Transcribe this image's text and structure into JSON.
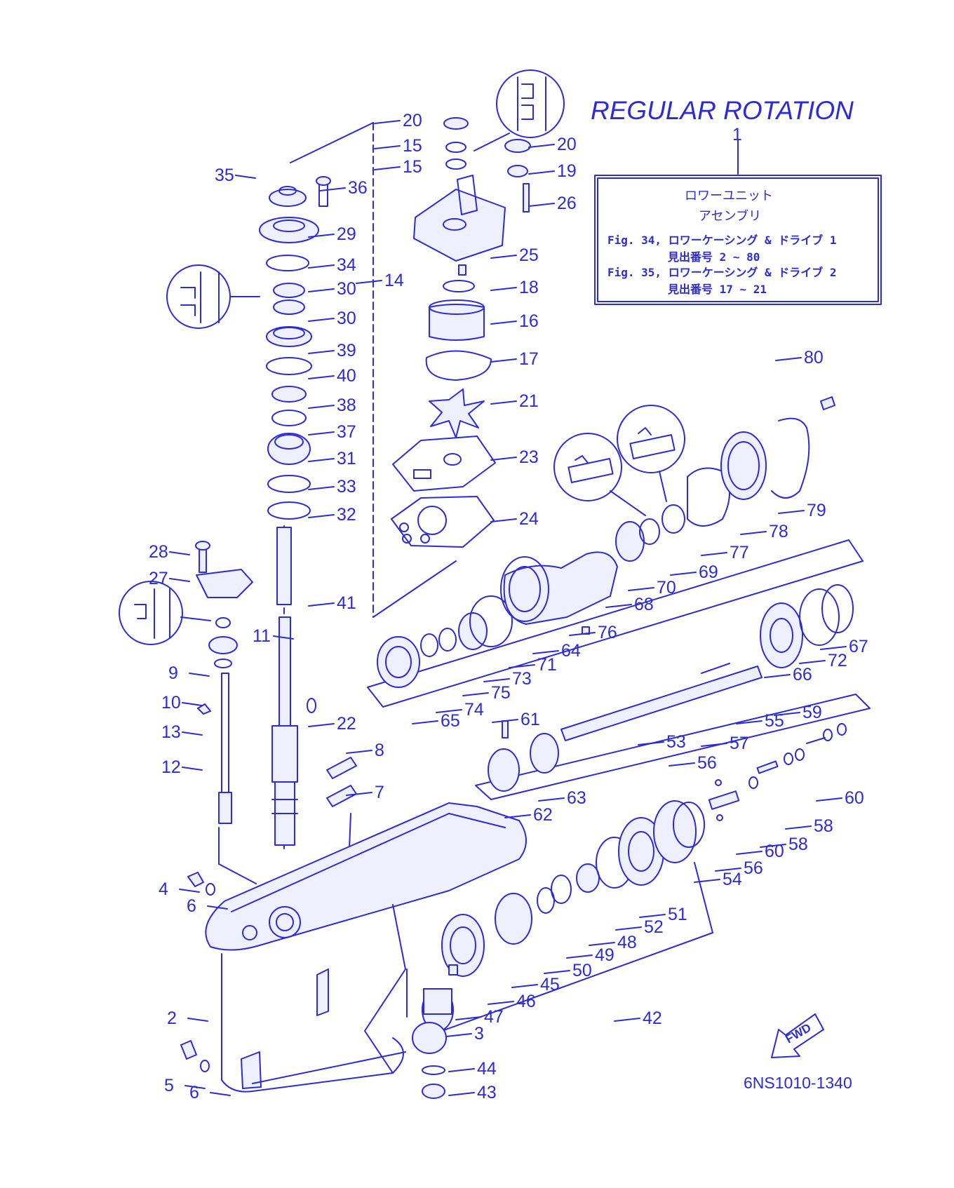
{
  "title": "REGULAR ROTATION",
  "assembly_callout": "1",
  "info_box": {
    "line1": "ロワーユニット",
    "line2": "アセンブリ",
    "fig34": "Fig. 34, ロワーケーシング & ドライブ 1",
    "fig34_ref": "見出番号 2 ~ 80",
    "fig35": "Fig. 35, ロワーケーシング & ドライブ 2",
    "fig35_ref": "見出番号 17 ~ 21"
  },
  "fwd_label": "FWD",
  "diagram_code": "6NS1010-1340",
  "callouts": [
    "20",
    "15",
    "15",
    "20",
    "19",
    "26",
    "25",
    "14",
    "18",
    "16",
    "17",
    "21",
    "23",
    "24",
    "35",
    "36",
    "29",
    "34",
    "30",
    "30",
    "39",
    "40",
    "38",
    "37",
    "31",
    "33",
    "32",
    "41",
    "28",
    "27",
    "11",
    "9",
    "10",
    "13",
    "12",
    "22",
    "8",
    "7",
    "80",
    "79",
    "78",
    "77",
    "69",
    "70",
    "68",
    "76",
    "64",
    "71",
    "73",
    "75",
    "74",
    "65",
    "67",
    "72",
    "66",
    "53",
    "61",
    "63",
    "62",
    "55",
    "59",
    "57",
    "56",
    "60",
    "60",
    "58",
    "58",
    "56",
    "54",
    "51",
    "52",
    "48",
    "49",
    "50",
    "45",
    "46",
    "47",
    "42",
    "3",
    "44",
    "43",
    "4",
    "6",
    "2",
    "5",
    "6"
  ],
  "colors": {
    "ink": "#2b2bd9",
    "background": "#ffffff"
  }
}
